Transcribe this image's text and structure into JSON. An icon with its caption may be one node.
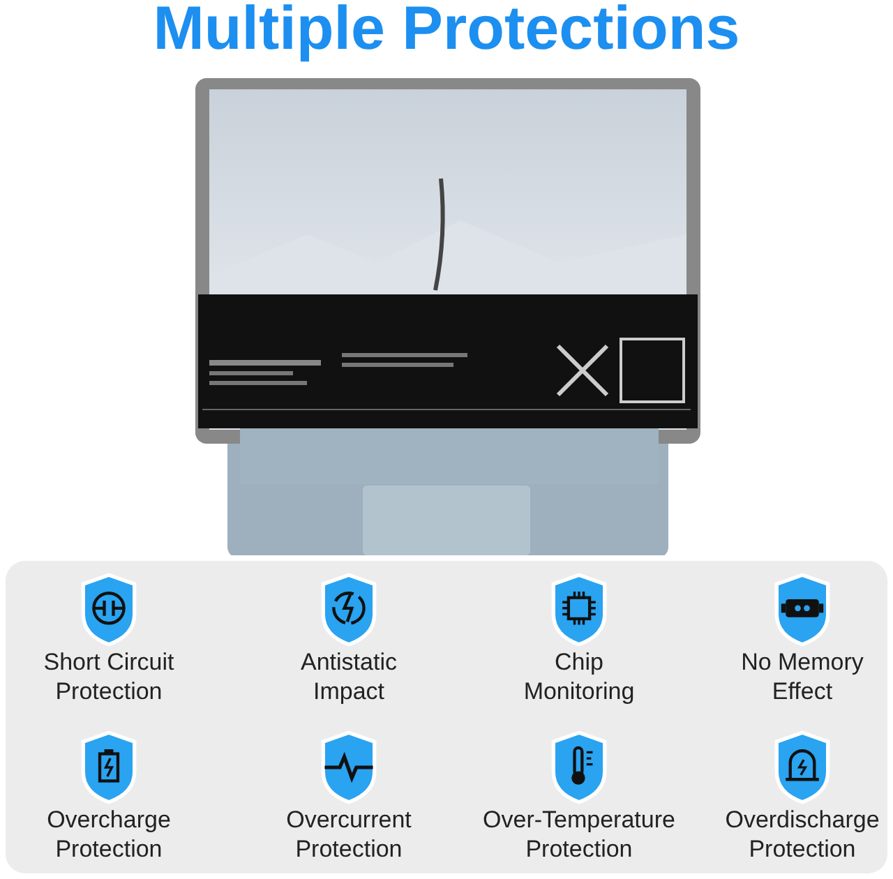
{
  "diagram": {
    "title": "Multiple Protections",
    "nodes": [
      {
        "text": [
          "Short Circuit Protection"
        ]
      },
      {
        "text": [
          "Antistatic Impact"
        ]
      },
      {
        "text": [
          "Chip Monitoring"
        ]
      },
      {
        "text": [
          "No Memory Effect"
        ]
      },
      {
        "text": [
          "Overcharge Protection"
        ]
      },
      {
        "text": [
          "Overcurrent Protection"
        ]
      },
      {
        "text": [
          "Over-Temperature Protection"
        ]
      },
      {
        "text": [
          "Overdischarge Protection"
        ]
      }
    ]
  }
}
